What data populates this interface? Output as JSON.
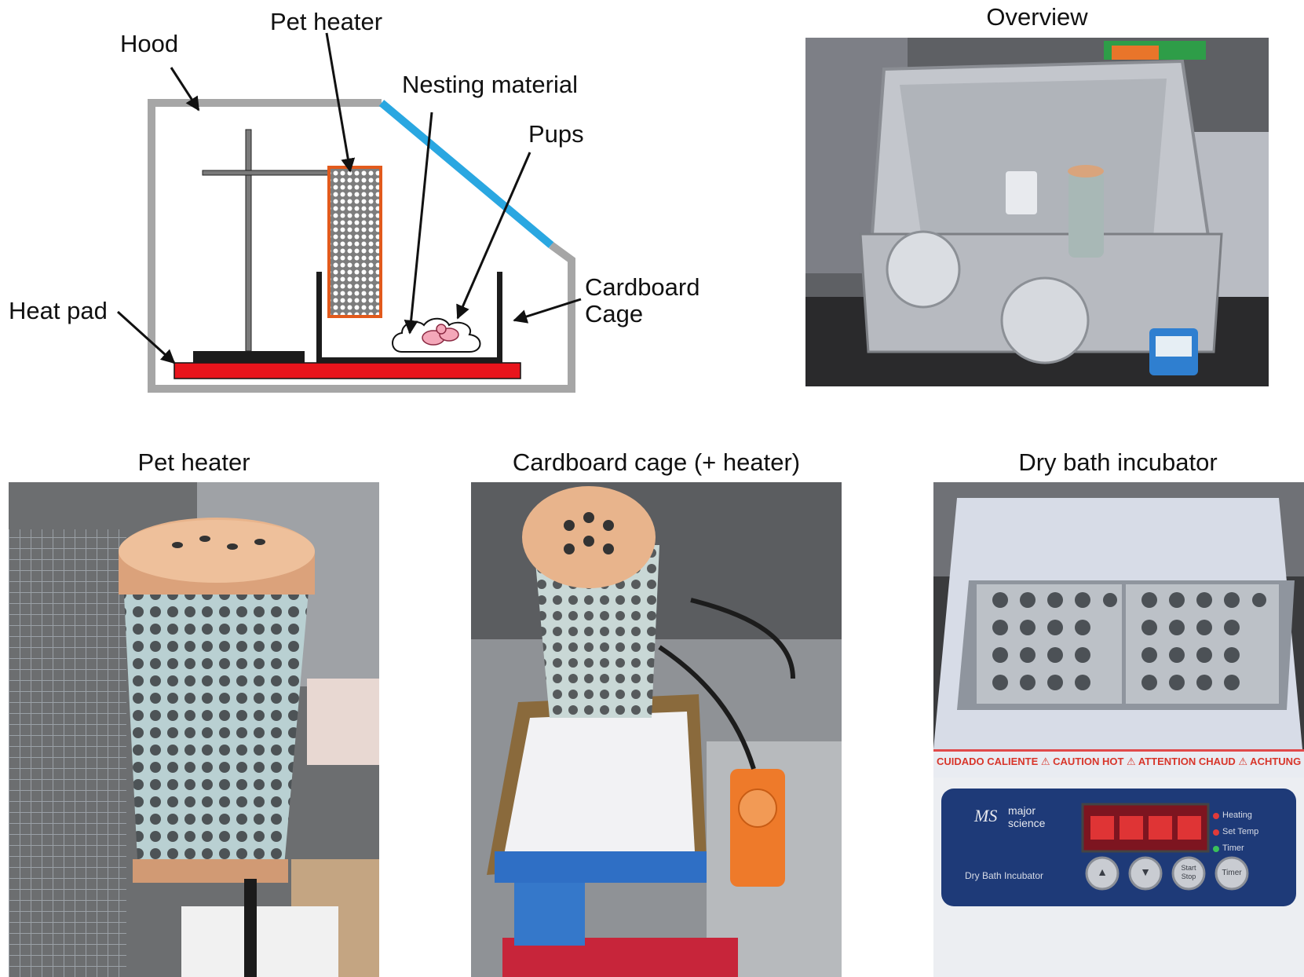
{
  "diagram": {
    "labels": {
      "hood": "Hood",
      "pet_heater": "Pet heater",
      "nesting_material": "Nesting material",
      "pups": "Pups",
      "cardboard_cage_line1": "Cardboard",
      "cardboard_cage_line2": "Cage",
      "heat_pad": "Heat pad"
    },
    "colors": {
      "hood": "#a6a6a6",
      "hood_window": "#2aa7e1",
      "heat_pad": "#e8141c",
      "heater_border": "#e25a1c",
      "heater_fill": "#8a8a8a",
      "pup": "#f4a7b9"
    }
  },
  "captions": {
    "overview": "Overview",
    "pet_heater": "Pet heater",
    "cardboard_cage": "Cardboard cage (+ heater)",
    "dry_bath": "Dry bath incubator"
  },
  "dry_bath_photo": {
    "warning_strip": "CUIDADO CALIENTE ⚠ CAUTION HOT ⚠ ATTENTION CHAUD ⚠ ACHTUNG HEISS",
    "brand_line1": "major",
    "brand_line2": "science",
    "brand_logo": "MS",
    "model": "Dry Bath Incubator",
    "indicators": [
      "Heating",
      "Set Temp",
      "Timer"
    ],
    "buttons": [
      "▲",
      "▼",
      "Start Stop",
      "Timer"
    ]
  }
}
